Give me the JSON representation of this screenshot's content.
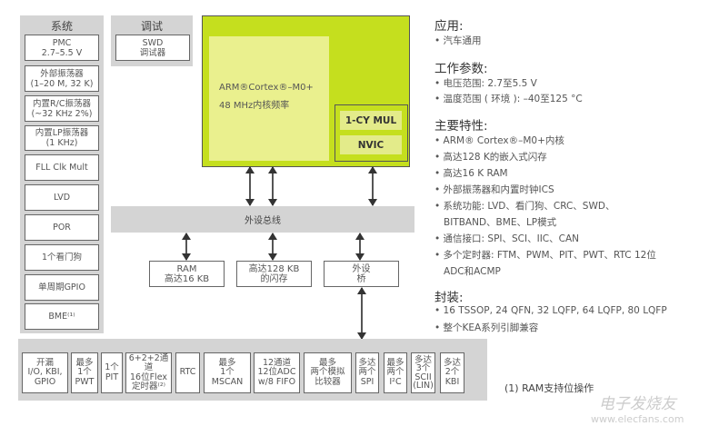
{
  "system": {
    "title": "系统",
    "items": [
      "PMC\n2.7–5.5 V",
      "外部振荡器\n(1–20 M, 32 K)",
      "内置R/C振荡器\n(~32 KHz 2%)",
      "内置LP振荡器\n(1 KHz)",
      "FLL Clk Mult",
      "LVD",
      "POR",
      "1个看门狗",
      "单周期GPIO",
      "BME⁽¹⁾"
    ]
  },
  "debug": {
    "title": "调试",
    "item": "SWD\n调试器"
  },
  "core": {
    "line1": "ARM®Cortex®–M0+",
    "line2": "48 MHz内核频率",
    "mul": "1-CY MUL",
    "nvic": "NVIC"
  },
  "bus": {
    "label": "外设总线"
  },
  "memory": [
    "RAM\n高达16 KB",
    "高达128 KB\n的闪存",
    "外设\n桥"
  ],
  "peripherals": [
    "开漏\nI/O, KBI,\nGPIO",
    "最多\n1个\nPWT",
    "1个\nPIT",
    "6+2+2通道\n16位Flex\n定时器⁽²⁾",
    "RTC",
    "最多\n1个 MSCAN",
    "12通道\n12位ADC\nw/8 FIFO",
    "最多\n两个模拟\n比较器",
    "多达\n两个\nSPI",
    "最多\n两个\nI²C",
    "多达\n3个\nSCII\n(LIN)",
    "多达\n2个\nKBI"
  ],
  "footnote": "(1) RAM支持位操作",
  "specs": {
    "app_title": "应用:",
    "app": [
      "• 汽车通用"
    ],
    "params_title": "工作参数:",
    "params": [
      "• 电压范围:  2.7至5.5 V",
      "• 温度范围 ( 环境 ):  –40至125 °C"
    ],
    "features_title": "主要特性:",
    "features": [
      "• ARM® Cortex®–M0+内核",
      "• 高达128 K的嵌入式闪存",
      "• 高达16 K RAM",
      "• 外部振荡器和内置时钟ICS",
      "• 系统功能: LVD、看门狗、CRC、SWD、",
      "   BITBAND、BME、LP模式",
      "• 通信接口: SPI、SCI、IIC、CAN",
      "• 多个定时器: FTM、PWM、PIT、PWT、RTC 12位",
      "   ADC和ACMP"
    ],
    "package_title": "封装:",
    "package": [
      "• 16 TSSOP, 24 QFN, 32 LQFP, 64 LQFP, 80 LQFP",
      "• 整个KEA系列引脚兼容"
    ]
  },
  "watermark": {
    "name": "电子发烧友",
    "url": "www.elecfans.com"
  }
}
